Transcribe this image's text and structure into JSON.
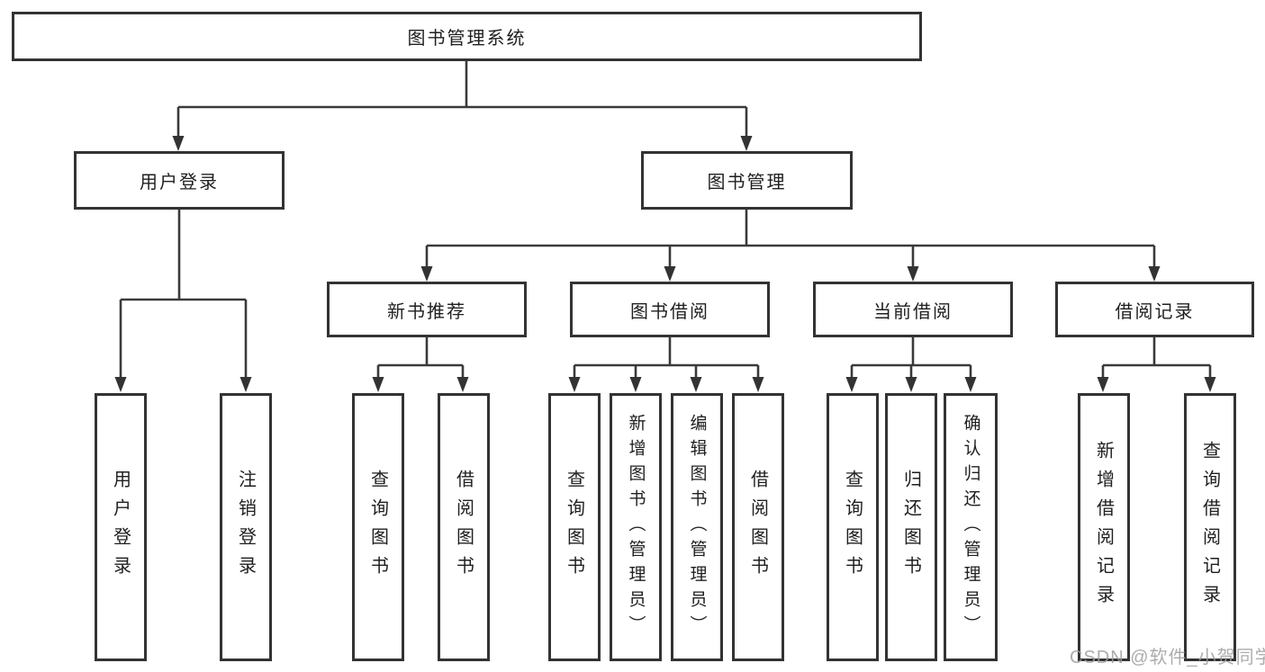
{
  "diagram": {
    "root": {
      "label": "图书管理系统"
    },
    "branches": [
      {
        "label": "用户登录",
        "children": [
          {
            "label": "用户登录"
          },
          {
            "label": "注销登录"
          }
        ]
      },
      {
        "label": "图书管理",
        "children": [
          {
            "label": "新书推荐",
            "children": [
              {
                "label": "查询图书"
              },
              {
                "label": "借阅图书"
              }
            ]
          },
          {
            "label": "图书借阅",
            "children": [
              {
                "label": "查询图书"
              },
              {
                "label": "新增图书（管理员）"
              },
              {
                "label": "编辑图书（管理员）"
              },
              {
                "label": "借阅图书"
              }
            ]
          },
          {
            "label": "当前借阅",
            "children": [
              {
                "label": "查询图书"
              },
              {
                "label": "归还图书"
              },
              {
                "label": "确认归还（管理员）"
              }
            ]
          },
          {
            "label": "借阅记录",
            "children": [
              {
                "label": "新增借阅记录"
              },
              {
                "label": "查询借阅记录"
              }
            ]
          }
        ]
      }
    ],
    "watermark": "CSDN @软件_小贺同学",
    "colors": {
      "box_border": "#333333",
      "connector": "#3a3a3a",
      "text": "#1f1f1f",
      "watermark": "#9e9e9e",
      "background": "#ffffff"
    }
  }
}
